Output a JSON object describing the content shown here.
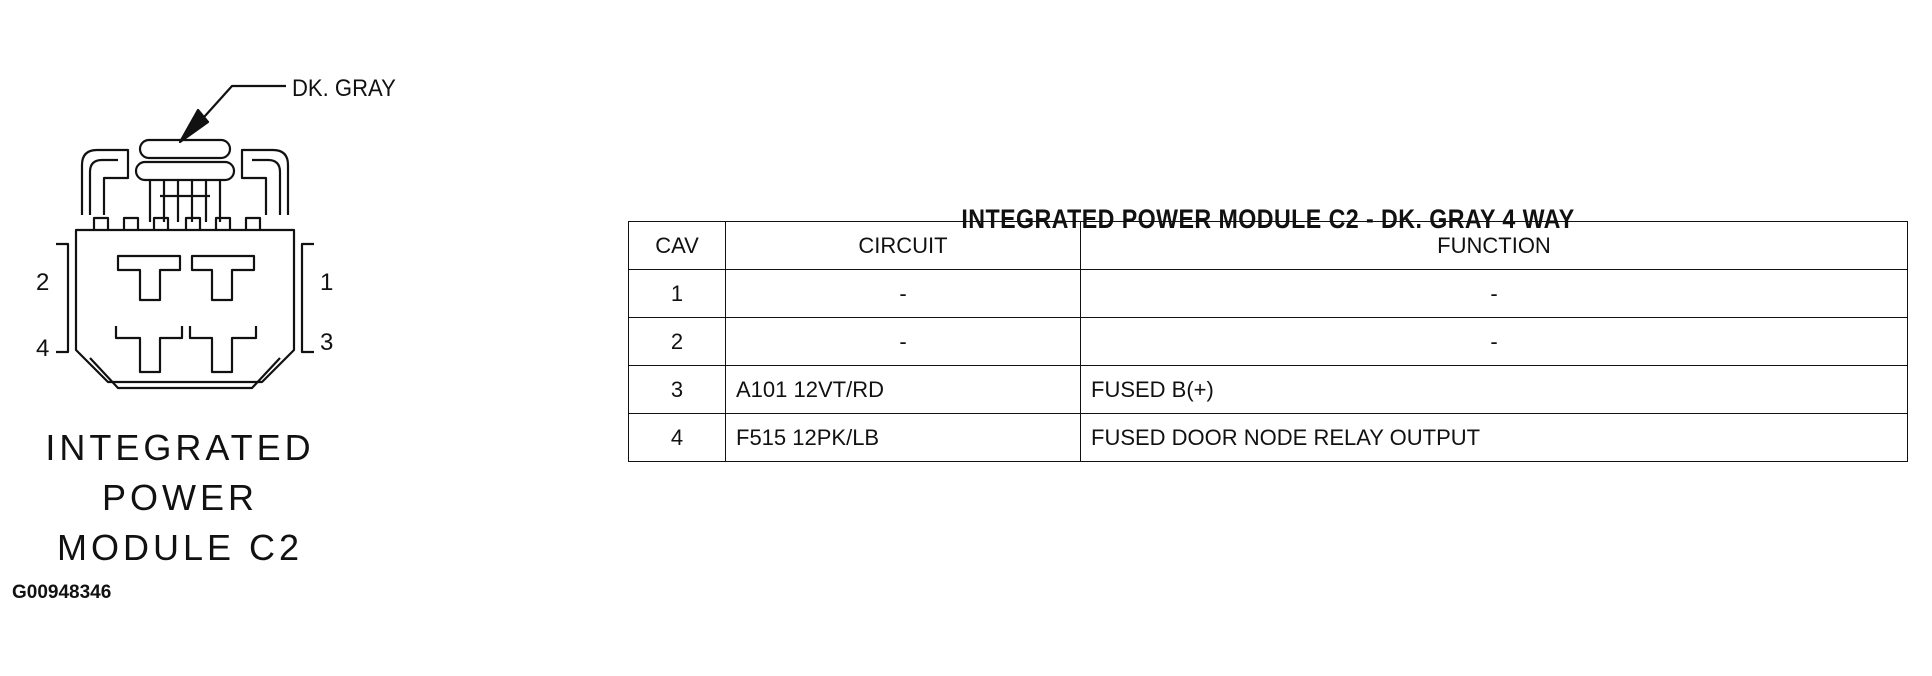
{
  "connector": {
    "wire_color_label": "DK. GRAY",
    "pin_labels": {
      "left_top": "2",
      "left_bottom": "4",
      "right_top": "1",
      "right_bottom": "3"
    },
    "caption_lines": [
      "INTEGRATED",
      "POWER",
      "MODULE C2"
    ]
  },
  "figure_id": "G00948346",
  "table": {
    "title": "INTEGRATED POWER MODULE C2 - DK. GRAY 4 WAY",
    "headers": {
      "cav": "CAV",
      "circuit": "CIRCUIT",
      "function": "FUNCTION"
    },
    "rows": [
      {
        "cav": "1",
        "circuit": "-",
        "function": "-"
      },
      {
        "cav": "2",
        "circuit": "-",
        "function": "-"
      },
      {
        "cav": "3",
        "circuit": "A101 12VT/RD",
        "function": "FUSED B(+)"
      },
      {
        "cav": "4",
        "circuit": "F515 12PK/LB",
        "function": "FUSED DOOR NODE RELAY OUTPUT"
      }
    ]
  },
  "colors": {
    "ink": "#111111",
    "background": "#ffffff"
  }
}
